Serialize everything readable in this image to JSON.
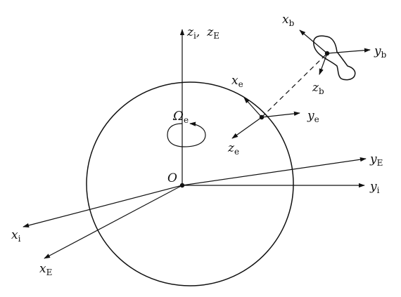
{
  "labels": {
    "origin": "O",
    "omega": {
      "main": "Ω",
      "sub": "e"
    },
    "zi": {
      "main": "z",
      "sub": "i"
    },
    "zi_sep": ",",
    "zE": {
      "main": "z",
      "sub": "E"
    },
    "yE": {
      "main": "y",
      "sub": "E"
    },
    "yi": {
      "main": "y",
      "sub": "i"
    },
    "xi": {
      "main": "x",
      "sub": "i"
    },
    "xE": {
      "main": "x",
      "sub": "E"
    },
    "xe": {
      "main": "x",
      "sub": "e"
    },
    "ye": {
      "main": "y",
      "sub": "e"
    },
    "ze": {
      "main": "z",
      "sub": "e"
    },
    "xb": {
      "main": "x",
      "sub": "b"
    },
    "yb": {
      "main": "y",
      "sub": "b"
    },
    "zb": {
      "main": "z",
      "sub": "b"
    }
  }
}
